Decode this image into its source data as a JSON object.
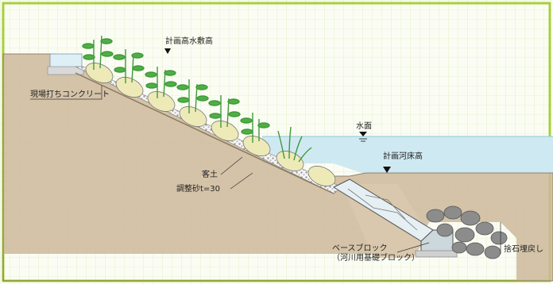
{
  "diagram": {
    "labels": {
      "planned_high_water": "計画高水敷高",
      "site_concrete": "現場打ちコンクリート",
      "water_surface": "水面",
      "planned_riverbed": "計画河床高",
      "fill_soil": "客土",
      "adjust_sand": "調整砂t=30",
      "base_block_1": "ベースブロック",
      "base_block_2": "（河川用基礎ブロック）",
      "riprap": "捨石埋戻し"
    },
    "colors": {
      "grid_bg": "#fbfdf4",
      "grid_line": "#d9e8b0",
      "border": "#a8cf3c",
      "soil": "#cdb89a",
      "water": "#cfe9f2",
      "stone": "#8c8c8c",
      "plant": "#3f9a3b",
      "fill_soil": "#eeeab8",
      "block": "#e6eff3"
    }
  }
}
